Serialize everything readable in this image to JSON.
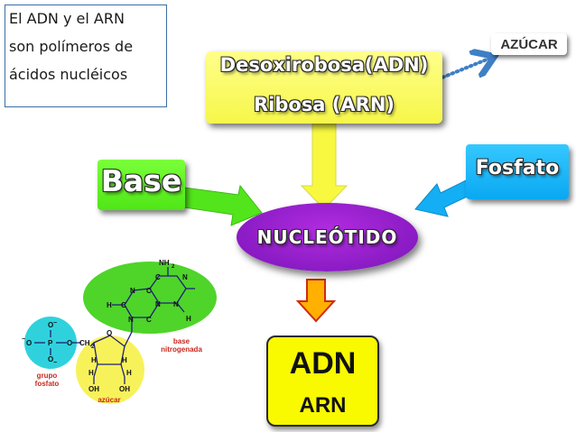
{
  "note": {
    "lines": [
      "El ADN y el ARN",
      "son polímeros de",
      "ácidos nucléicos"
    ]
  },
  "azucar_label": "AZÚCAR",
  "sugar_box": {
    "line1": "Desoxirobosa(ADN)",
    "line2": "Ribosa (ARN)"
  },
  "base_label": "Base",
  "fosfato_label": "Fosfato",
  "nucleotido_label": "NUCLEÓTIDO",
  "result": {
    "line1": "ADN",
    "line2": "ARN"
  },
  "molecule": {
    "atoms": {
      "n1": "N",
      "n2": "N",
      "n3": "N",
      "n4": "N",
      "n5": "N",
      "nh2": "NH",
      "nh2_sub": "2",
      "c1": "C",
      "c2": "C",
      "c3": "C",
      "c4": "C",
      "h1": "H",
      "h2": "H",
      "h3": "H",
      "h4": "H",
      "h5": "H",
      "h6": "H",
      "o_ring": "O",
      "ch2": "CH",
      "ch2_sub": "2",
      "oh1": "OH",
      "oh2": "OH",
      "p": "P",
      "o_top": "O",
      "o_bot": "O",
      "o_left": "O",
      "o_right": "O",
      "minus1": "−",
      "minus2": "−",
      "minus3": "−"
    },
    "labels": {
      "base_line1": "base",
      "base_line2": "nitrogenada",
      "grupo_line1": "grupo",
      "grupo_line2": "fosfato",
      "azucar": "azúcar"
    }
  },
  "colors": {
    "sugar": "#f6f64a",
    "base": "#4fe616",
    "fosfato": "#0aa8f2",
    "nucleotido": "#9a1ed0",
    "result": "#f9f900",
    "arrow_dotted": "#3f7fc4"
  }
}
